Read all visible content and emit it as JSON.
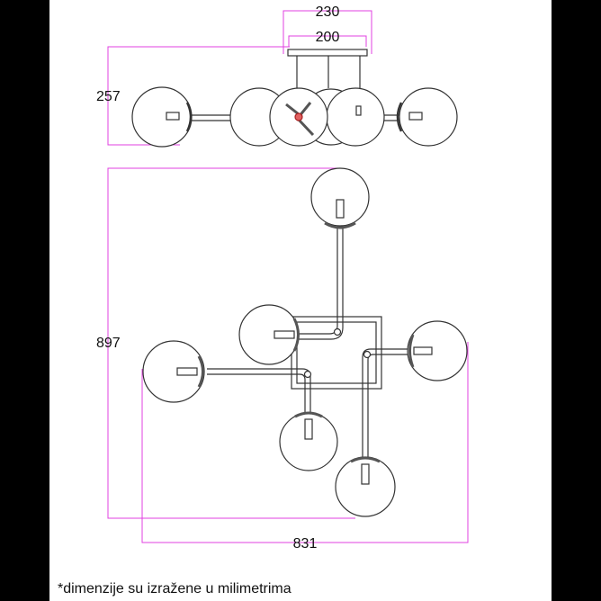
{
  "dimensions": {
    "bracket_width": "230",
    "plate_width": "200",
    "side_height": "257",
    "total_height": "897",
    "total_width": "831"
  },
  "footnote": "*dimenzije su izražene u milimetrima",
  "colors": {
    "dimension_line": "#e040e0",
    "outline": "#333333",
    "background": "#ffffff",
    "frame": "#000000"
  }
}
